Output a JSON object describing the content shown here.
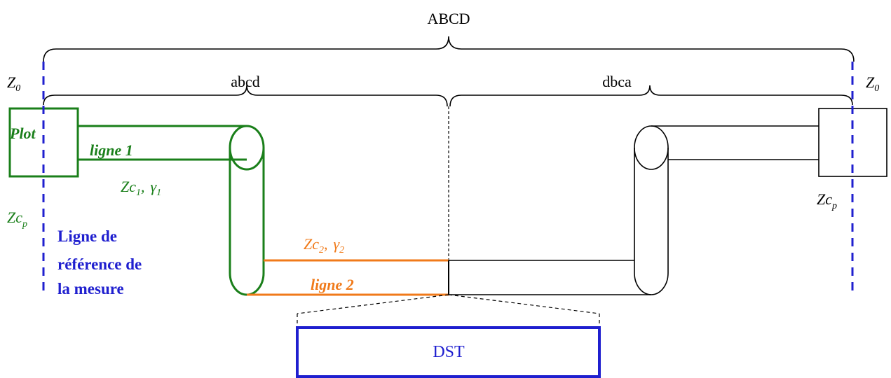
{
  "labels": {
    "top": "ABCD",
    "left_half": "abcd",
    "right_half": "dbca",
    "z0_left": "Z",
    "z0_left_sub": "0",
    "z0_right": "Z",
    "z0_right_sub": "0",
    "plot": "Plot",
    "ligne1": "ligne 1",
    "zc1": "Zc",
    "zc1_sub": "1",
    "zc1_sep": ",",
    "gamma1": "γ",
    "gamma1_sub": "1",
    "zcp_left": "Zc",
    "zcp_left_sub": "p",
    "zcp_right": "Zc",
    "zcp_right_sub": "p",
    "ref_line": [
      "Ligne de",
      "référence de",
      "la mesure"
    ],
    "zc2": "Zc",
    "zc2_sub": "2",
    "zc2_sep": ",",
    "gamma2": "γ",
    "gamma2_sub": "2",
    "ligne2": "ligne 2",
    "dst": "DST"
  },
  "colors": {
    "green": "#1a7f1a",
    "orange": "#f07a1a",
    "blue": "#1f1fcf",
    "black": "#000000"
  }
}
